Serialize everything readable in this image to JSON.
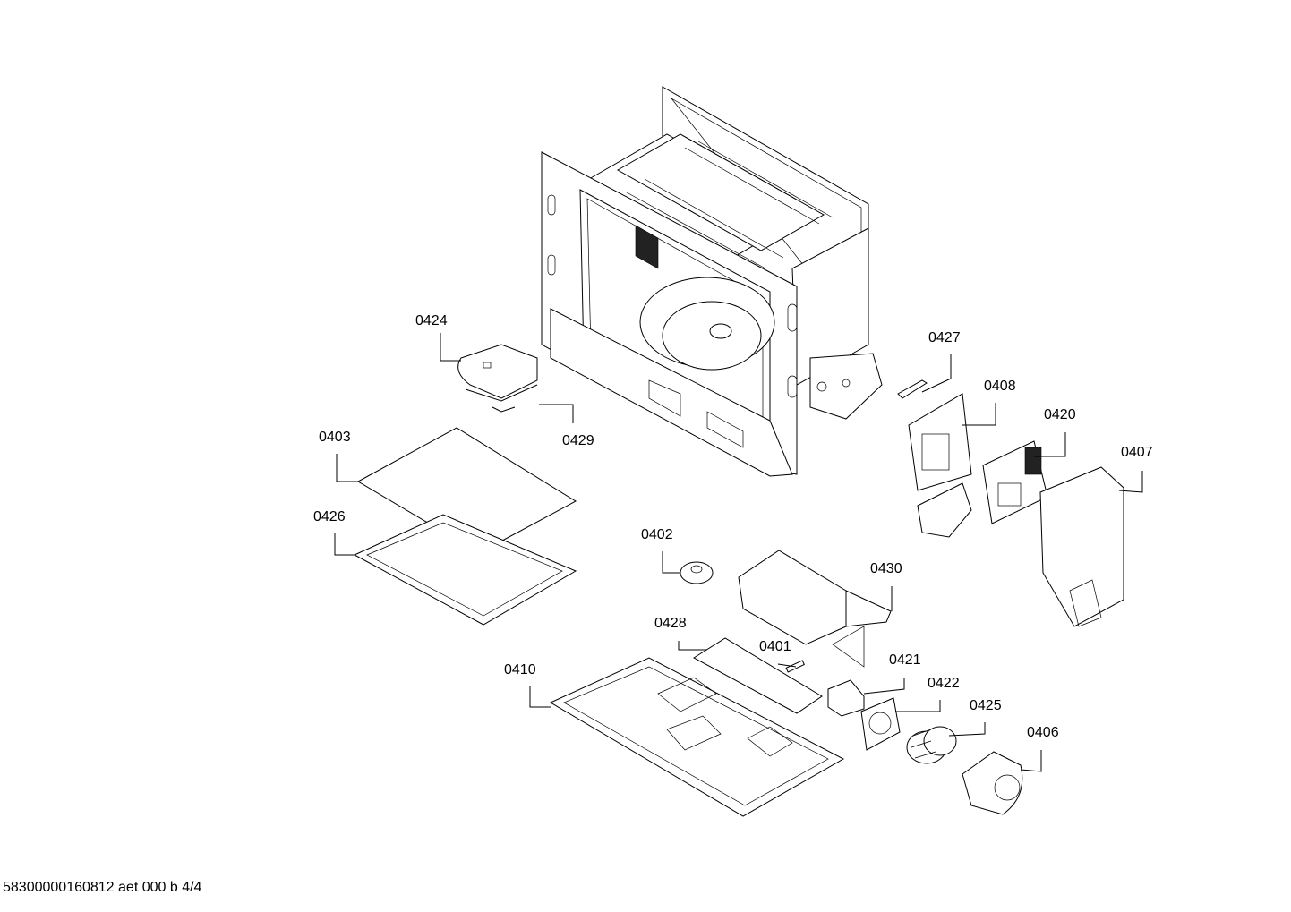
{
  "labels": {
    "l0424": "0424",
    "l0429": "0429",
    "l0403": "0403",
    "l0426": "0426",
    "l0427": "0427",
    "l0408": "0408",
    "l0420": "0420",
    "l0407": "0407",
    "l0402": "0402",
    "l0430": "0430",
    "l0428": "0428",
    "l0401": "0401",
    "l0421": "0421",
    "l0410": "0410",
    "l0422": "0422",
    "l0425": "0425",
    "l0406": "0406"
  },
  "footer": "58300000160812 aet 000 b 4/4"
}
